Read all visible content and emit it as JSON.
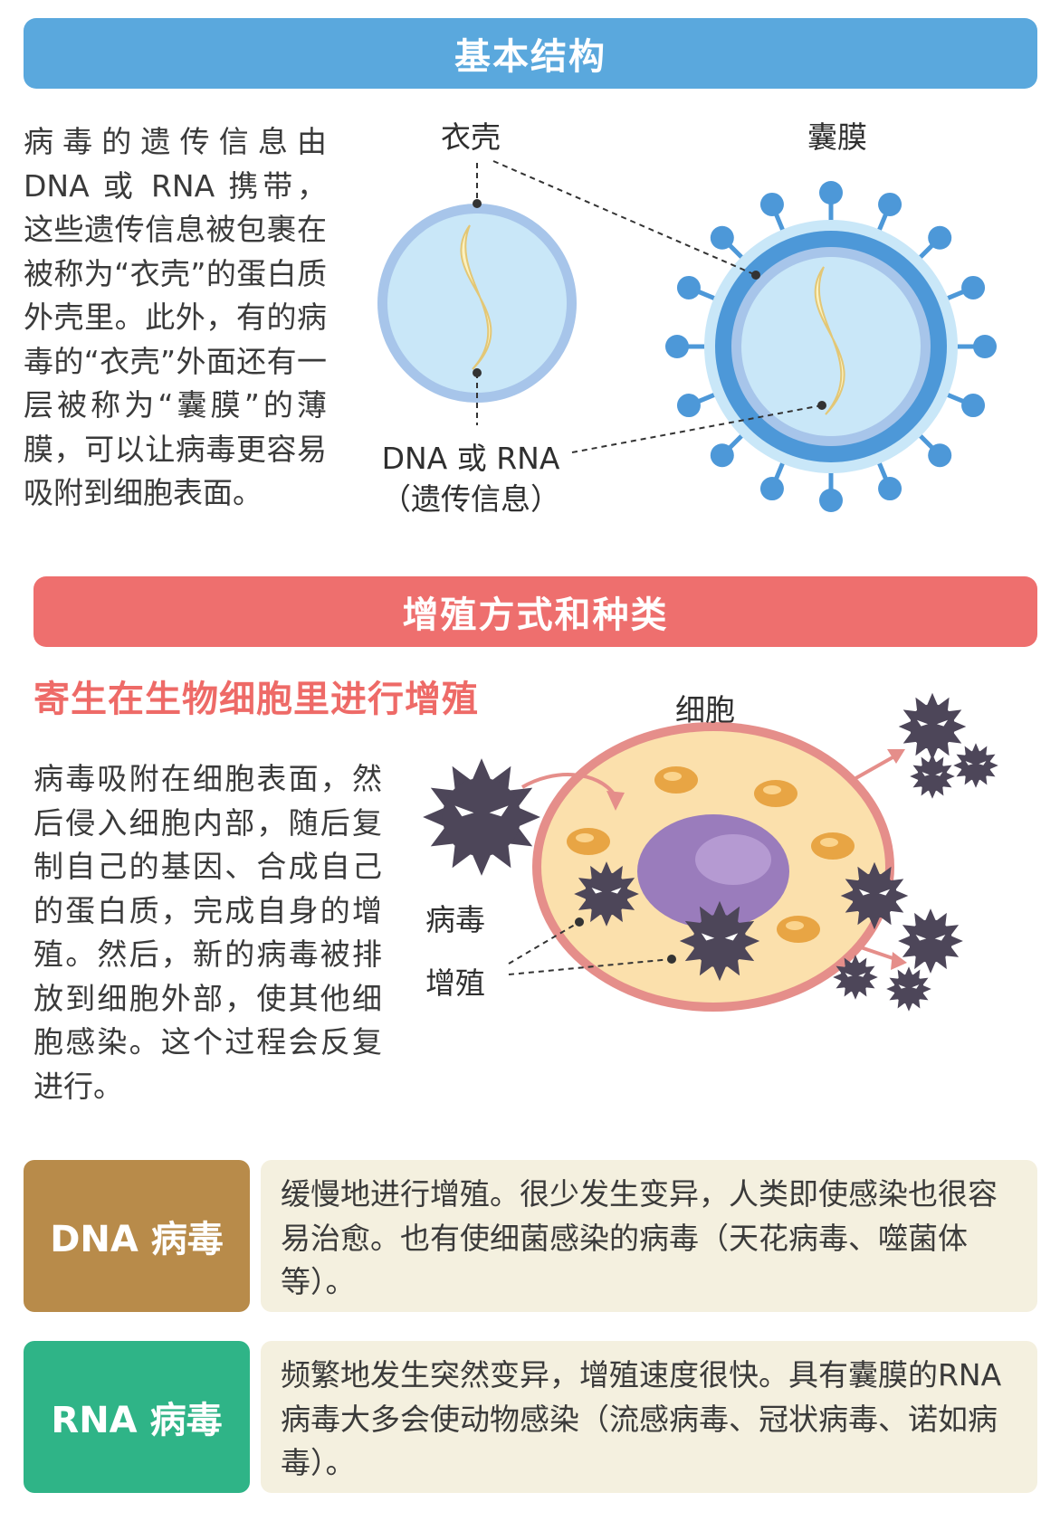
{
  "section1": {
    "title": "基本结构",
    "paragraph": "病毒的遗传信息由DNA 或 RNA 携带，这些遗传信息被包裹在被称为“衣壳”的蛋白质外壳里。此外，有的病毒的“衣壳”外面还有一层被称为“囊膜”的薄膜，可以让病毒更容易吸附到细胞表面。",
    "label_capsid": "衣壳",
    "label_envelope": "囊膜",
    "label_genome_line1": "DNA 或 RNA",
    "label_genome_line2": "（遗传信息）"
  },
  "section2": {
    "title": "增殖方式和种类",
    "subtitle": "寄生在生物细胞里进行增殖",
    "paragraph": "病毒吸附在细胞表面，然后侵入细胞内部，随后复制自己的基因、合成自己的蛋白质，完成自身的增殖。然后，新的病毒被排放到细胞外部，使其他细胞感染。这个过程会反复进行。",
    "label_cell": "细胞",
    "label_virus": "病毒",
    "label_proliferation": "增殖"
  },
  "types": [
    {
      "tag": "DNA 病毒",
      "text": "缓慢地进行增殖。很少发生变异，人类即使感染也很容易治愈。也有使细菌感染的病毒（天花病毒、噬菌体等）。"
    },
    {
      "tag": "RNA 病毒",
      "text": "频繁地发生突然变异，增殖速度很快。具有囊膜的RNA 病毒大多会使动物感染（流感病毒、冠状病毒、诺如病毒）。"
    }
  ],
  "colors": {
    "section1_banner": "#5aa8dd",
    "section2_banner": "#ee6f6e",
    "subtitle": "#ee6a67",
    "dna_tag": "#b88b4a",
    "rna_tag": "#2fb487",
    "desc_bg": "#f4f0df"
  }
}
